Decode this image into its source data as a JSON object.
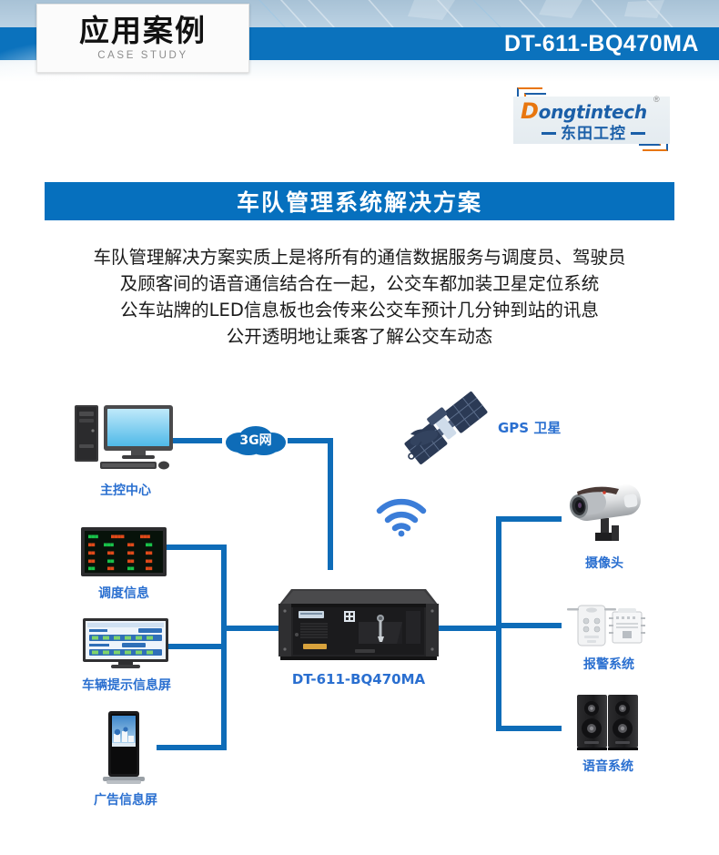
{
  "header": {
    "case_cn": "应用案例",
    "case_en": "CASE STUDY",
    "model": "DT-611-BQ470MA",
    "band_color": "#0b72bd"
  },
  "logo": {
    "brand_first": "D",
    "brand_rest": "ongtintech",
    "registered": "®",
    "brand_cn": "东田工控",
    "orange": "#e8760f",
    "blue": "#1b5fa8"
  },
  "title_banner": {
    "text": "车队管理系统解决方案",
    "bg_color": "#0670be"
  },
  "description": {
    "lines": [
      "车队管理解决方案实质上是将所有的通信数据服务与调度员、驾驶员",
      "及顾客间的语音通信结合在一起，公交车都加装卫星定位系统",
      "公车站牌的LED信息板也会传来公交车预计几分钟到站的讯息",
      "公开透明地让乘客了解公交车动态"
    ]
  },
  "diagram": {
    "wire_color": "#0e6cb8",
    "label_color": "#2a6fd0",
    "cloud_label": "3G网",
    "server_label": "DT-611-BQ470MA",
    "nodes": {
      "control_center": "主控中心",
      "gps_satellite": "GPS 卫星",
      "dispatch_info": "调度信息",
      "vehicle_info_screen": "车辆提示信息屏",
      "ad_info_screen": "广告信息屏",
      "camera": "摄像头",
      "alarm_system": "报警系统",
      "voice_system": "语音系统"
    }
  }
}
